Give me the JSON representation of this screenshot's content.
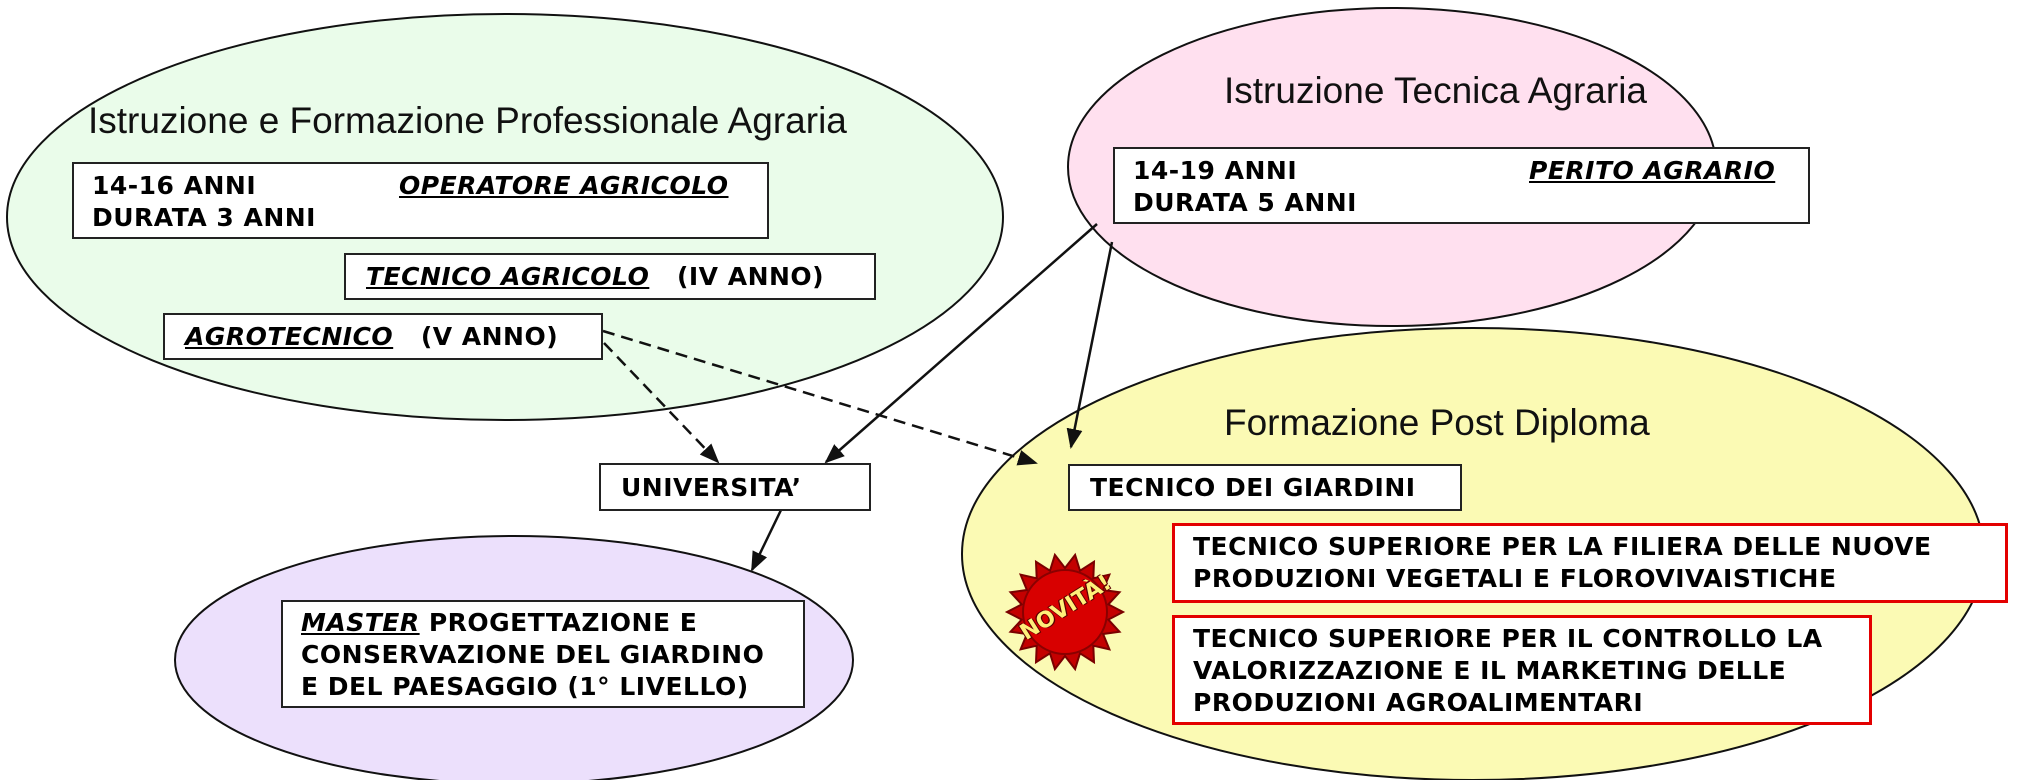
{
  "clusters": {
    "professionale": {
      "title": "Istruzione e Formazione Professionale Agraria",
      "box1": {
        "age": "14-16 ANNI",
        "role": "OPERATORE AGRICOLO",
        "duration": "DURATA 3 ANNI"
      },
      "box2": {
        "role": "TECNICO AGRICOLO",
        "year": "(IV ANNO)"
      },
      "box3": {
        "role": "AGROTECNICO",
        "year": "(V ANNO)"
      },
      "fill": "#eafcea"
    },
    "tecnica": {
      "title": "Istruzione Tecnica Agraria",
      "box1": {
        "age": "14-19 ANNI",
        "role": "PERITO AGRARIO",
        "duration": "DURATA 5 ANNI"
      },
      "fill": "#ffe0ef"
    },
    "post_diploma": {
      "title": "Formazione Post Diploma",
      "box1": "TECNICO DEI GIARDINI",
      "box2": [
        "TECNICO SUPERIORE PER LA FILIERA DELLE NUOVE",
        "PRODUZIONI VEGETALI E FLOROVIVAISTICHE"
      ],
      "box3": [
        "TECNICO SUPERIORE PER IL CONTROLLO LA",
        "VALORIZZAZIONE E IL MARKETING DELLE",
        "PRODUZIONI AGROALIMENTARI"
      ],
      "badge": "NOVITÀ!",
      "fill": "#fbfab4"
    },
    "master": {
      "master_word": "MASTER",
      "lines": [
        " PROGETTAZIONE E",
        "CONSERVAZIONE DEL GIARDINO",
        "E DEL PAESAGGIO (1°  LIVELLO)"
      ],
      "fill": "#ece0fc"
    }
  },
  "universita": "UNIVERSITA’",
  "colors": {
    "outline": "#111111",
    "red_border": "#e30000",
    "badge_red": "#b00000"
  },
  "icons": {
    "badge": "starburst-badge-icon"
  }
}
